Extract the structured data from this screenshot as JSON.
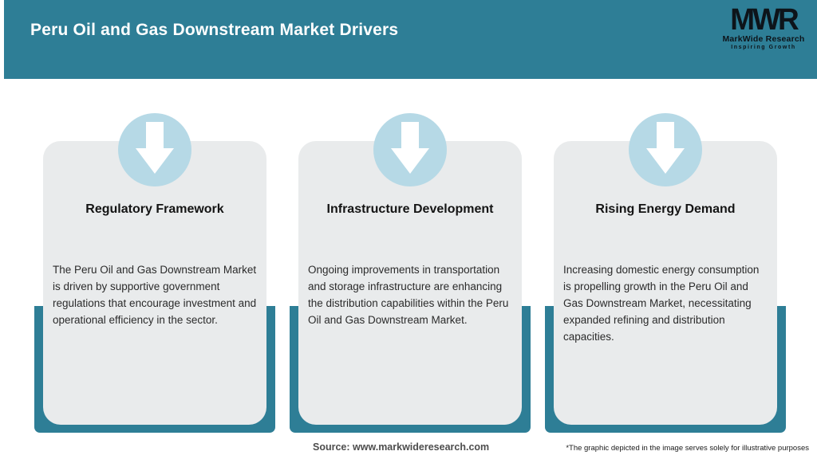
{
  "header": {
    "title": "Peru Oil and Gas Downstream Market Drivers",
    "logo": {
      "monogram": "MWR",
      "name": "MarkWide Research",
      "tagline": "Inspiring Growth"
    }
  },
  "cards": [
    {
      "icon": "down-arrow-icon",
      "title": "Regulatory Framework",
      "description": "The Peru Oil and Gas Downstream Market is driven by supportive government regulations that encourage investment and operational efficiency in the sector."
    },
    {
      "icon": "down-arrow-icon",
      "title": "Infrastructure Development",
      "description": "Ongoing improvements in transportation and storage infrastructure are enhancing the distribution capabilities within the Peru Oil and Gas Downstream Market."
    },
    {
      "icon": "down-arrow-icon",
      "title": "Rising Energy Demand",
      "description": "Increasing domestic energy consumption is propelling growth in the Peru Oil and Gas Downstream Market, necessitating expanded refining and distribution capacities."
    }
  ],
  "footer": {
    "source": "Source: www.markwideresearch.com",
    "disclaimer": "*The graphic depicted in the image serves solely for illustrative purposes"
  },
  "colors": {
    "teal": "#2e7e96",
    "arrow_circle_blue": "#b6d9e6",
    "card_gray": "#e9ebec",
    "header_text": "#ffffff",
    "logo_text": "#0d141a"
  }
}
